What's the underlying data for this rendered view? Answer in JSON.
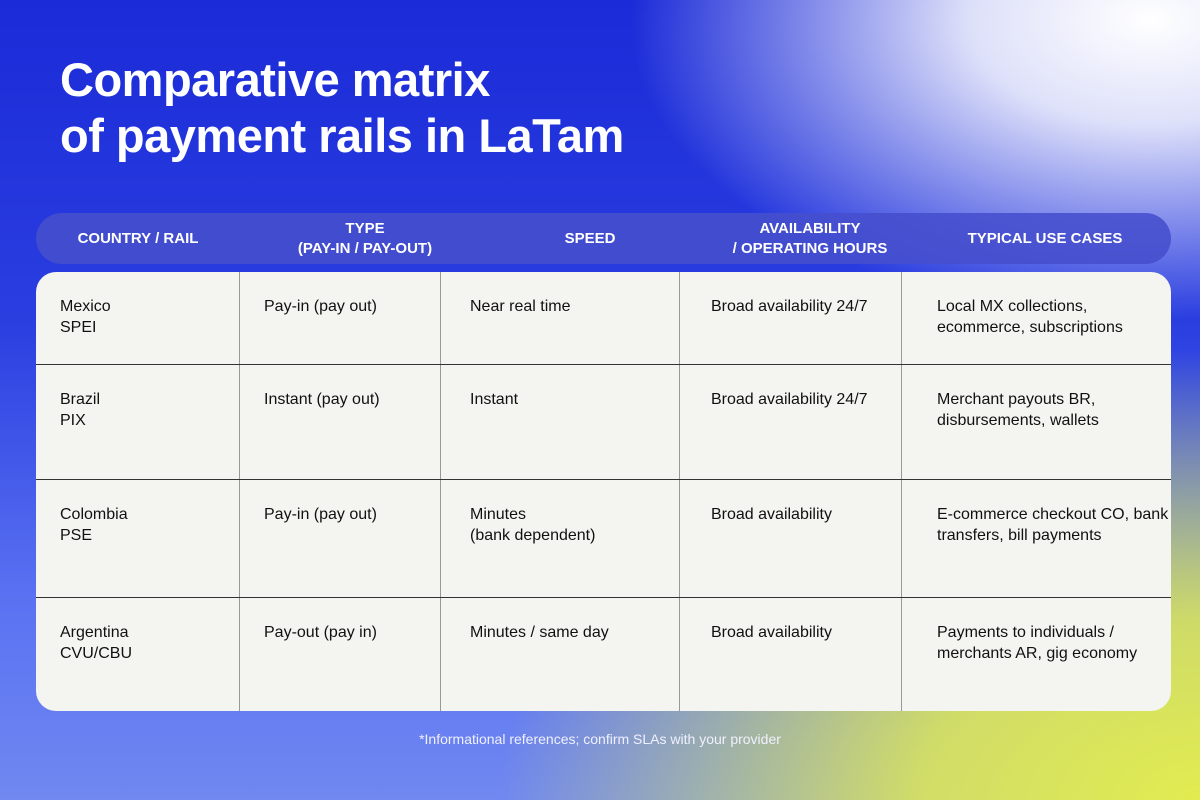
{
  "title": {
    "line1": "Comparative matrix",
    "line2": "of payment rails in LaTam"
  },
  "headers": [
    {
      "l1": "COUNTRY / RAIL",
      "l2": ""
    },
    {
      "l1": "TYPE",
      "l2": "(PAY-IN / PAY-OUT)"
    },
    {
      "l1": "SPEED",
      "l2": ""
    },
    {
      "l1": "AVAILABILITY",
      "l2": "/ OPERATING HOURS"
    },
    {
      "l1": "TYPICAL USE CASES",
      "l2": ""
    }
  ],
  "rows": [
    {
      "country": "Mexico",
      "rail": "SPEI",
      "type": "Pay-in (pay out)",
      "speed": "Near real time",
      "speed2": "",
      "availability": "Broad availability 24/7",
      "use_cases": "Local MX collections, ecommerce, subscriptions"
    },
    {
      "country": "Brazil",
      "rail": "PIX",
      "type": "Instant (pay out)",
      "speed": "Instant",
      "speed2": "",
      "availability": "Broad availability 24/7",
      "use_cases": "Merchant payouts BR, disbursements, wallets"
    },
    {
      "country": "Colombia",
      "rail": "PSE",
      "type": "Pay-in (pay out)",
      "speed": "Minutes",
      "speed2": "(bank dependent)",
      "availability": "Broad availability",
      "use_cases": "E-commerce checkout CO, bank transfers, bill payments"
    },
    {
      "country": "Argentina",
      "rail": "CVU/CBU",
      "type": "Pay-out (pay in)",
      "speed": "Minutes / same day",
      "speed2": "",
      "availability": "Broad availability",
      "use_cases": "Payments to individuals / merchants AR, gig economy"
    }
  ],
  "footnote": "*Informational references; confirm SLAs with your provider"
}
